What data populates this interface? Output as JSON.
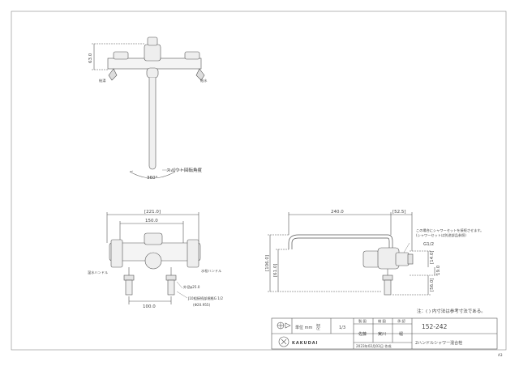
{
  "top_view": {
    "dim_height": "63.0",
    "label_left_red": "給湯",
    "label_right_blue": "給水",
    "spout_label": "スパウト回転角度",
    "rotation": "360°"
  },
  "front_view": {
    "dim_outer": "[221.0]",
    "dim_center": "150.0",
    "label_left_handle": "温水ハンドル",
    "label_right_handle": "水栓ハンドル",
    "pipe_dia": "外径φ25.0",
    "nut_spec": "J10組接続部規格G 1/2",
    "nut_range": "(Φ20.955)",
    "dim_bottom": "100.0"
  },
  "side_view": {
    "dim_spout": "240.0",
    "dim_offset": "[52.5]",
    "dim_height": "[106.0]",
    "dim_lower": "[61.0]",
    "note1": "この場合にシャワーセットを接続させます。",
    "note2": "(シャワーセットは別途部品参照)",
    "thread": "G1/2",
    "dim_r1": "[14.0]",
    "dim_r2": "19.0",
    "dim_r3": "[56.0]"
  },
  "note": "注：( ) 内寸法は参考寸法である。",
  "title_block": {
    "unit_label": "単位 mm",
    "scale_label": "尺度",
    "scale": "1/3",
    "h_drawing": "製 図",
    "h_check": "検 図",
    "h_approve": "承 認",
    "name_drawing": "佐藤",
    "name_check": "実川",
    "name_approve": "堀",
    "model": "152-242",
    "date": "2023年02月03日 作成",
    "company": "KAKUDAI",
    "product": "2ハンドルシャワー混合栓"
  },
  "sheet_size": "A3"
}
